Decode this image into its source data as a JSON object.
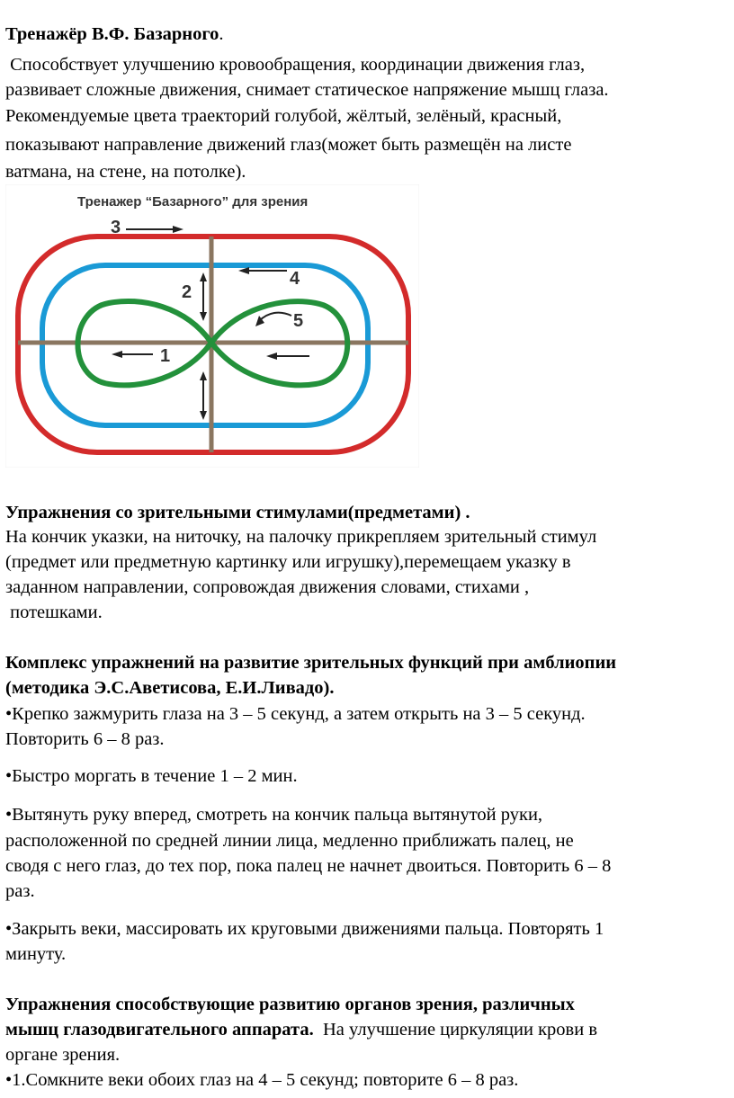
{
  "intro": {
    "title": "Тренажёр В.Ф. Базарного",
    "title_dot": ".",
    "line1": " Способствует улучшению кровообращения, координации движения глаз,",
    "line2": "развивает сложные движения, снимает статическое напряжение мышц глаза.",
    "line3": "Рекомендуемые цвета траекторий голубой, жёлтый, зелёный, красный,",
    "line4": "показывают направление движений глаз(может быть размещён на листе",
    "line5": "ватмана, на стене, на потолке)."
  },
  "figure": {
    "title": "Тренажер “Базарного” для зрения",
    "labels": [
      "1",
      "2",
      "3",
      "4",
      "5"
    ],
    "colors": {
      "red": "#d32b2b",
      "blue": "#1a9ad6",
      "green": "#23913b",
      "cross": "#8a7660",
      "arrow": "#222222"
    }
  },
  "section1": {
    "heading": "Упражнения со зрительными стимулами(предметами) .",
    "lines": [
      "На кончик указки, на ниточку, на палочку прикрепляем зрительный стимул",
      "(предмет или предметную картинку или игрушку),перемещаем указку в",
      "заданном направлении, сопровождая движения словами, стихами ,",
      " потешками."
    ]
  },
  "section2": {
    "heading1": "Комплекс упражнений на развитие зрительных функций при амблиопии",
    "heading2": "(методика Э.С.Аветисова, Е.И.Ливадо).",
    "item1_l1": "•Крепко зажмурить глаза на 3 – 5 секунд, а затем открыть на 3 – 5 секунд.",
    "item1_l2": "Повторить 6 – 8 раз.",
    "item2": "•Быстро моргать в течение 1 – 2 мин.",
    "item3_l1": "•Вытянуть руку вперед, смотреть на кончик пальца вытянутой руки,",
    "item3_l2": "расположенной по средней линии лица, медленно приближать палец, не",
    "item3_l3": "сводя с него глаз, до тех пор, пока палец не начнет двоиться. Повторить 6 – 8",
    "item3_l4": "раз.",
    "item4_l1": "•Закрыть веки, массировать их круговыми движениями пальца. Повторять 1",
    "item4_l2": "минуту."
  },
  "section3": {
    "heading1": "Упражнения способствующие развитию органов зрения, различных",
    "heading2": "мышц глазодвигательного аппарата.",
    "heading2_tail": "  На улучшение циркуляции крови в",
    "line3": "органе зрения.",
    "item1": "•1.Сомкните веки обоих глаз на 4 – 5 секунд; повторите 6 – 8 раз."
  }
}
